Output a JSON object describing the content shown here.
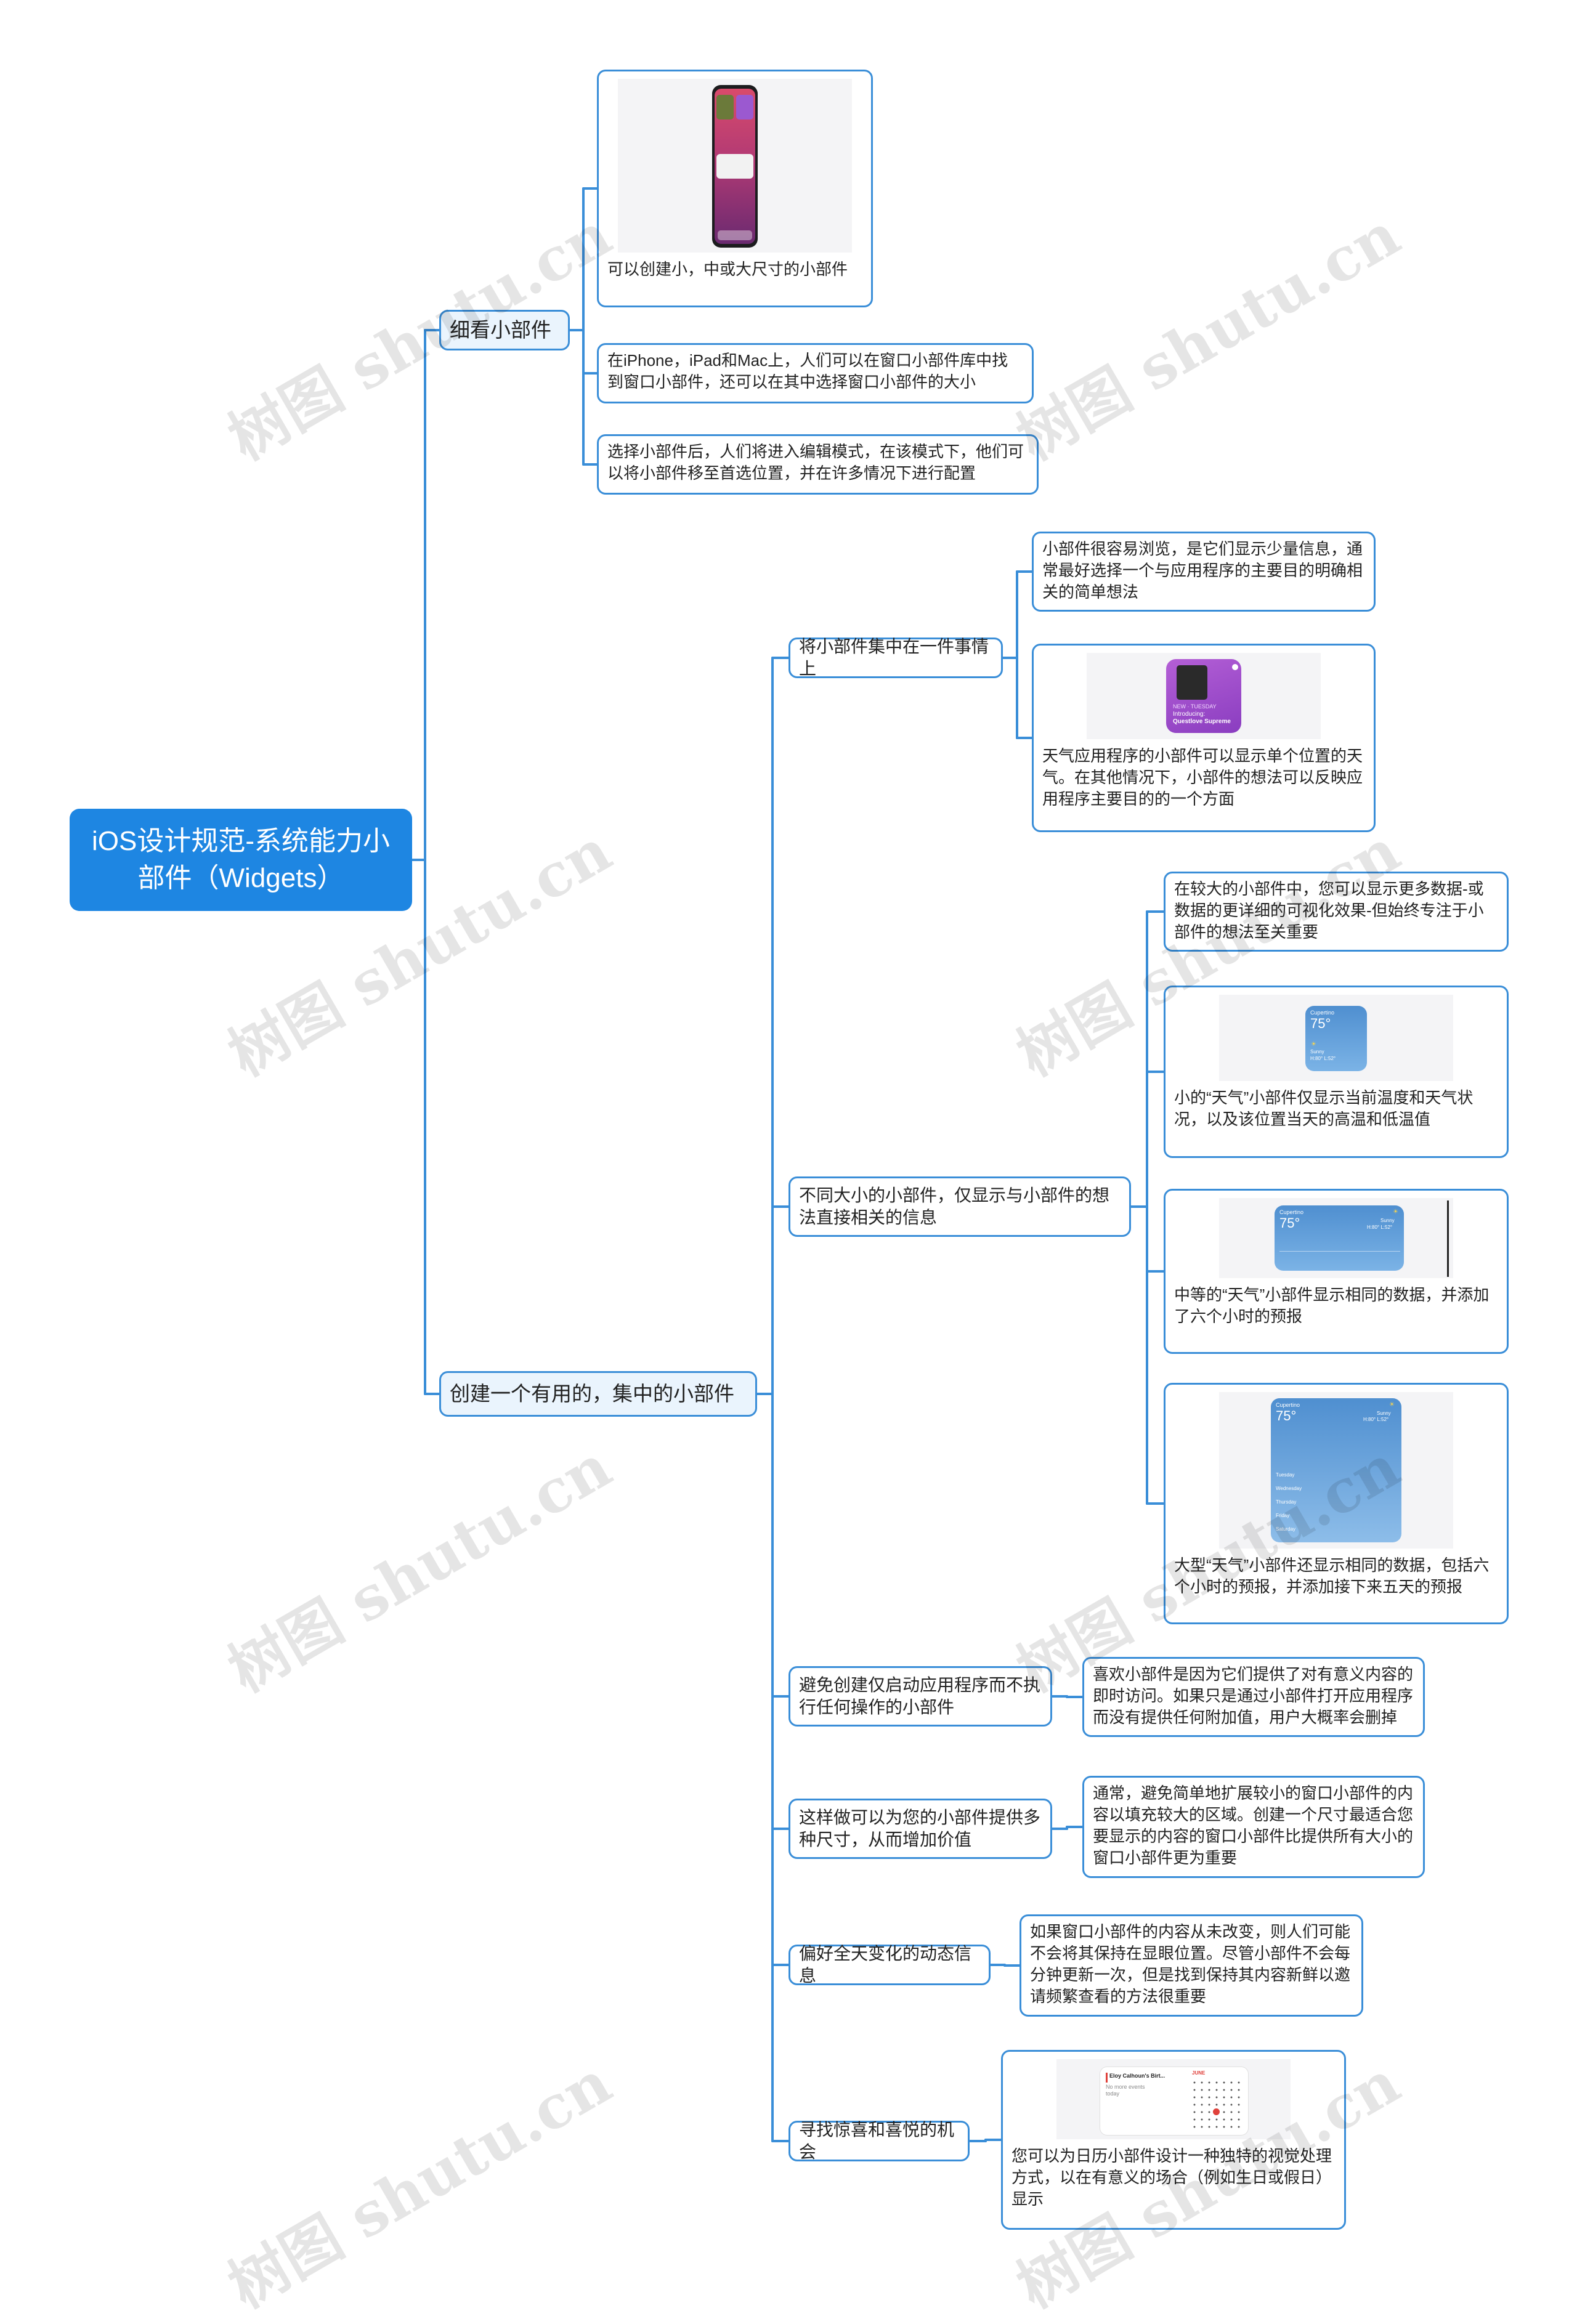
{
  "root": {
    "label": "iOS设计规范-系统能力小部件（Widgets）"
  },
  "branches": [
    {
      "label": "细看小部件",
      "children": [
        {
          "text": "可以创建小，中或大尺寸的小部件",
          "image": "iphone-home-screen-widgets"
        },
        {
          "text": "在iPhone，iPad和Mac上，人们可以在窗口小部件库中找到窗口小部件，还可以在其中选择窗口小部件的大小"
        },
        {
          "text": "选择小部件后，人们将进入编辑模式，在该模式下，他们可以将小部件移至首选位置，并在许多情况下进行配置"
        }
      ]
    },
    {
      "label": "创建一个有用的，集中的小部件",
      "children": [
        {
          "label": "将小部件集中在一件事情上",
          "children": [
            {
              "text": "小部件很容易浏览，是它们显示少量信息，通常最好选择一个与应用程序的主要目的明确相关的简单想法"
            },
            {
              "text": "天气应用程序的小部件可以显示单个位置的天气。在其他情况下，小部件的想法可以反映应用程序主要目的的一个方面",
              "image": "podcast-widget",
              "image_text": {
                "badge": "NEW · TUESDAY",
                "line1": "Introducing:",
                "line2": "Questlove Supreme"
              }
            }
          ]
        },
        {
          "label": "不同大小的小部件，仅显示与小部件的想法直接相关的信息",
          "children": [
            {
              "text": "在较大的小部件中，您可以显示更多数据-或数据的更详细的可视化效果-但始终专注于小部件的想法至关重要"
            },
            {
              "text": "小的“天气”小部件仅显示当前温度和天气状况，以及该位置当天的高温和低温值",
              "image": "weather-small-widget",
              "image_text": {
                "city": "Cupertino",
                "temp": "75°",
                "cond": "Sunny",
                "hilo": "H:80° L:52°"
              }
            },
            {
              "text": "中等的“天气”小部件显示相同的数据，并添加了六个小时的预报",
              "image": "weather-medium-widget",
              "image_text": {
                "city": "Cupertino",
                "temp": "75°",
                "cond": "Sunny",
                "hilo": "H:80° L:52°"
              }
            },
            {
              "text": "大型“天气”小部件还显示相同的数据，包括六个小时的预报，并添加接下来五天的预报",
              "image": "weather-large-widget",
              "image_text": {
                "city": "Cupertino",
                "temp": "75°",
                "cond": "Sunny",
                "hilo": "H:80° L:52°",
                "days": [
                  "Tuesday",
                  "Wednesday",
                  "Thursday",
                  "Friday",
                  "Saturday"
                ]
              }
            }
          ]
        },
        {
          "label": "避免创建仅启动应用程序而不执行任何操作的小部件",
          "children": [
            {
              "text": "喜欢小部件是因为它们提供了对有意义内容的即时访问。如果只是通过小部件打开应用程序而没有提供任何附加值，用户大概率会删掉"
            }
          ]
        },
        {
          "label": "这样做可以为您的小部件提供多种尺寸，从而增加价值",
          "children": [
            {
              "text": "通常，避免简单地扩展较小的窗口小部件的内容以填充较大的区域。创建一个尺寸最适合您要显示的内容的窗口小部件比提供所有大小的窗口小部件更为重要"
            }
          ]
        },
        {
          "label": "偏好全天变化的动态信息",
          "children": [
            {
              "text": "如果窗口小部件的内容从未改变，则人们可能不会将其保持在显眼位置。尽管小部件不会每分钟更新一次，但是找到保持其内容新鲜以邀请频繁查看的方法很重要"
            }
          ]
        },
        {
          "label": "寻找惊喜和喜悦的机会",
          "children": [
            {
              "text": "您可以为日历小部件设计一种独特的视觉处理方式，以在有意义的场合（例如生日或假日）显示",
              "image": "calendar-widget",
              "image_text": {
                "event": "Eloy Calhoun's Birt...",
                "sub1": "No more events",
                "sub2": "today",
                "month": "JUNE"
              }
            }
          ]
        }
      ]
    }
  ],
  "watermark": "树图 shutu.cn",
  "colors": {
    "accent": "#1e86e2",
    "line": "#3a8ed8",
    "branch_fill": "#eaf4fd"
  }
}
